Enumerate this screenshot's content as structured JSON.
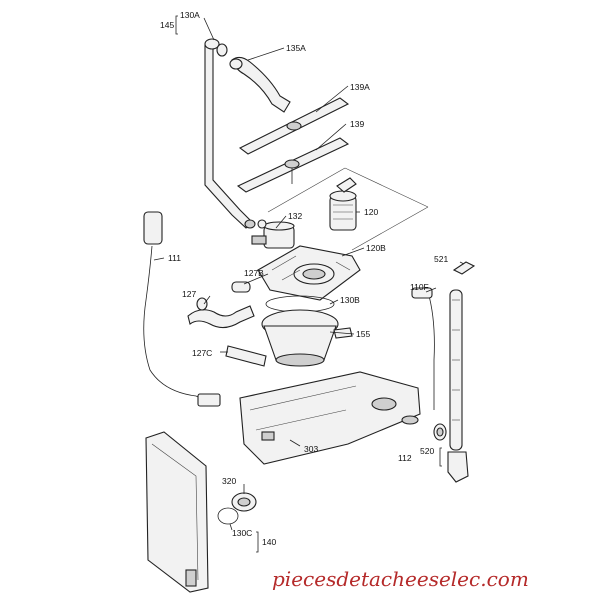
{
  "labels": {
    "l145": "145",
    "l130A": "130A",
    "l135A": "135A",
    "l139A": "139A",
    "l139": "139",
    "l132": "132",
    "l120": "120",
    "l120B": "120B",
    "l111": "111",
    "l127B": "127B",
    "l521": "521",
    "l110F": "110F",
    "l127": "127",
    "l130B": "130B",
    "l155": "155",
    "l127C": "127C",
    "l303": "303",
    "l112": "112",
    "l520": "520",
    "l320": "320",
    "l130C": "130C",
    "l140": "140"
  },
  "watermark": "piecesdetacheeselec.com"
}
